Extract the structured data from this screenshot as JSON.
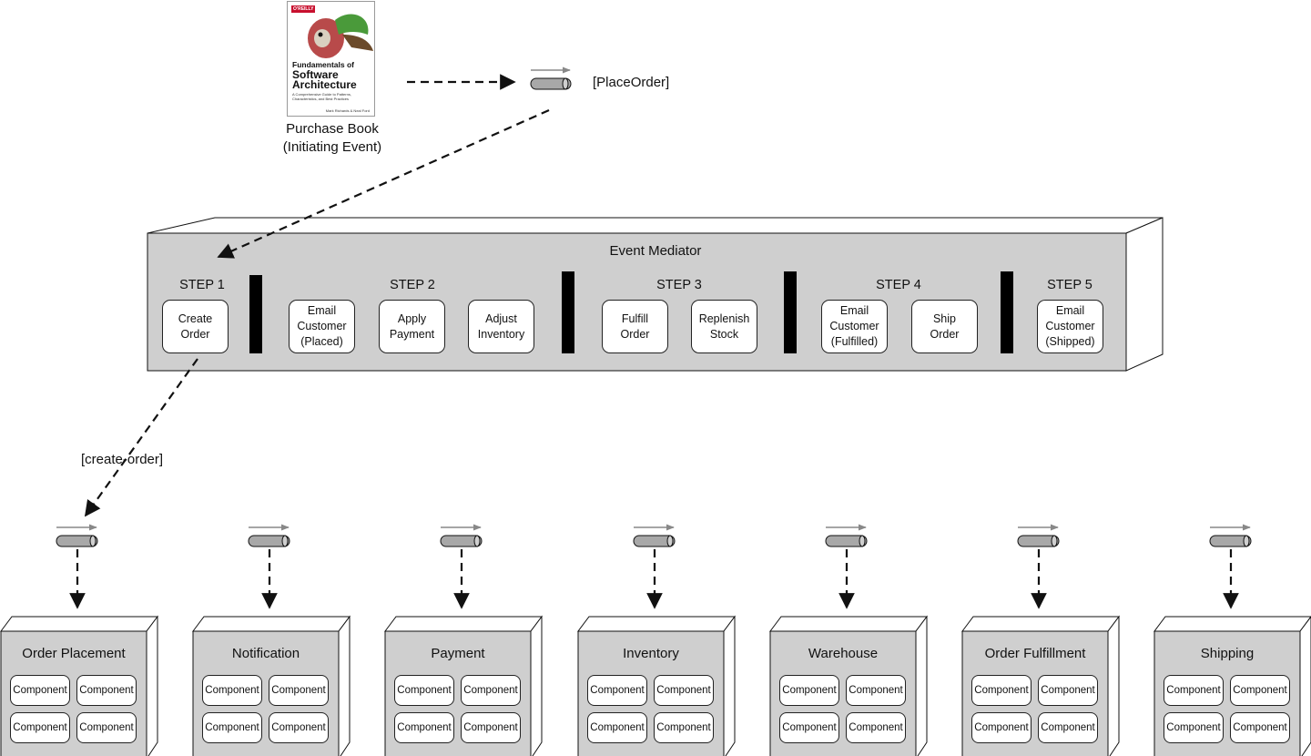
{
  "initiating": {
    "book": {
      "publisher": "O'REILLY",
      "title_lines": [
        "Fundamentals of",
        "Software",
        "Architecture"
      ],
      "subtitle": "A Comprehensive Guide to Patterns, Characteristics, and Best Practices",
      "authors": "Mark Richards & Neal Ford"
    },
    "label_line1": "Purchase Book",
    "label_line2": "(Initiating Event)",
    "queue_label": "[PlaceOrder]"
  },
  "mediator": {
    "title": "Event Mediator",
    "steps": [
      {
        "title": "STEP 1",
        "boxes": [
          "Create\nOrder"
        ]
      },
      {
        "title": "STEP 2",
        "boxes": [
          "Email\nCustomer\n(Placed)",
          "Apply\nPayment",
          "Adjust\nInventory"
        ]
      },
      {
        "title": "STEP 3",
        "boxes": [
          "Fulfill\nOrder",
          "Replenish\nStock"
        ]
      },
      {
        "title": "STEP 4",
        "boxes": [
          "Email\nCustomer\n(Fulfilled)",
          "Ship\nOrder"
        ]
      },
      {
        "title": "STEP 5",
        "boxes": [
          "Email\nCustomer\n(Shipped)"
        ]
      }
    ]
  },
  "create_order_label": "[create-order]",
  "services": [
    {
      "name": "Order Placement",
      "components": [
        "Component",
        "Component",
        "Component",
        "Component"
      ]
    },
    {
      "name": "Notification",
      "components": [
        "Component",
        "Component",
        "Component",
        "Component"
      ]
    },
    {
      "name": "Payment",
      "components": [
        "Component",
        "Component",
        "Component",
        "Component"
      ]
    },
    {
      "name": "Inventory",
      "components": [
        "Component",
        "Component",
        "Component",
        "Component"
      ]
    },
    {
      "name": "Warehouse",
      "components": [
        "Component",
        "Component",
        "Component",
        "Component"
      ]
    },
    {
      "name": "Order Fulfillment",
      "components": [
        "Component",
        "Component",
        "Component",
        "Component"
      ]
    },
    {
      "name": "Shipping",
      "components": [
        "Component",
        "Component",
        "Component",
        "Component"
      ]
    }
  ],
  "colors": {
    "box_fill": "#cfcfcf",
    "box_side": "#ffffff",
    "line": "#111111",
    "queue_fill": "#a8a8a8",
    "queue_arrow": "#888888",
    "bar": "#000000",
    "book_accent": "#c8102e"
  },
  "icons": {
    "queue": "message-queue-icon",
    "book": "book-cover-icon",
    "flow_arrow": "dashed-arrow-icon"
  }
}
